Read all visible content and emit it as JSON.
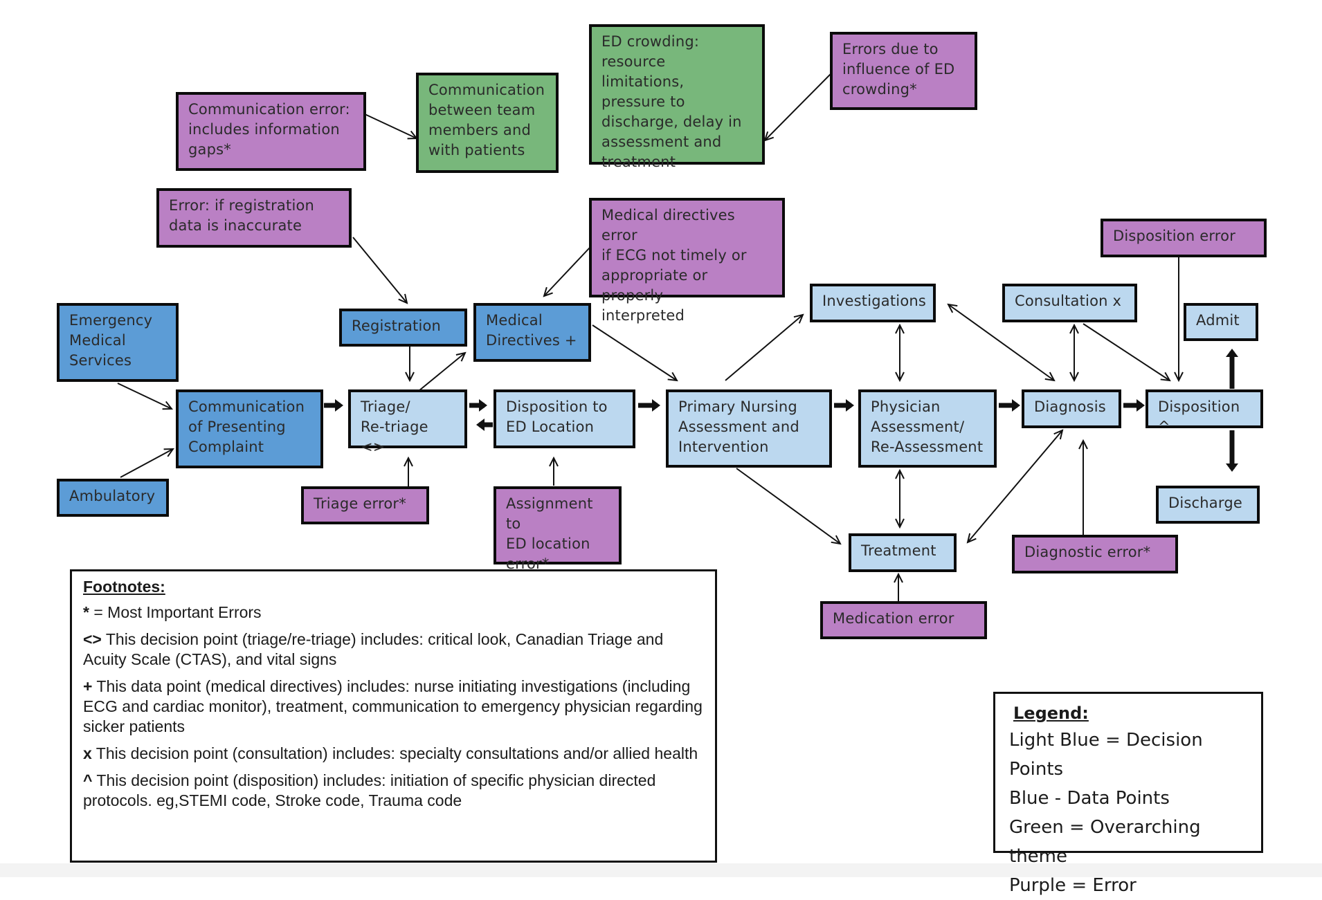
{
  "nodes": {
    "ems": "Emergency\nMedical\nServices",
    "ambulatory": "Ambulatory",
    "communication_presenting": "Communication\nof Presenting\nComplaint",
    "registration": "Registration",
    "medical_directives": "Medical\nDirectives +",
    "triage": "Triage/\nRe-triage <>",
    "disposition_ed": "Disposition to\nED Location",
    "primary_nursing": "Primary Nursing\nAssessment and\nIntervention",
    "physician_assessment": "Physician\nAssessment/\nRe-Assessment",
    "investigations": "Investigations",
    "treatment": "Treatment",
    "consultation": "Consultation x",
    "diagnosis": "Diagnosis",
    "disposition": "Disposition ^",
    "admit": "Admit",
    "discharge": "Discharge",
    "communication_team": "Communication\nbetween team\nmembers and\nwith patients",
    "ed_crowding": "ED crowding:\nresource limitations,\npressure to\ndischarge, delay in\nassessment and\ntreatment",
    "communication_error": "Communication error:\nincludes information\ngaps*",
    "crowding_errors": "Errors due to\ninfluence of ED\ncrowding*",
    "registration_error": "Error: if registration\ndata is inaccurate",
    "directives_error": "Medical directives error\nif ECG not timely or\nappropriate or properly\ninterpreted",
    "disposition_error": "Disposition  error",
    "triage_error": "Triage error*",
    "assignment_error": "Assignment to\nED location\nerror*",
    "diagnostic_error": "Diagnostic  error*",
    "medication_error": "Medication error"
  },
  "footnotes": {
    "title": "Footnotes:",
    "items": [
      {
        "symbol": "*",
        "text": " = Most Important Errors"
      },
      {
        "symbol": "<>",
        "text": " This decision point (triage/re-triage) includes: critical look, Canadian Triage and Acuity Scale (CTAS), and vital signs"
      },
      {
        "symbol": "+",
        "text": " This data point (medical directives) includes: nurse initiating investigations (including ECG and cardiac monitor), treatment, communication to emergency physician regarding sicker patients"
      },
      {
        "symbol": "x",
        "text": " This decision point (consultation) includes: specialty consultations and/or allied health"
      },
      {
        "symbol": "^",
        "text": " This decision point (disposition) includes: initiation of specific physician directed protocols. eg,STEMI code, Stroke code, Trauma code"
      }
    ]
  },
  "legend": {
    "title": "Legend:",
    "items": [
      "Light Blue = Decision Points",
      "Blue - Data Points",
      "Green = Overarching theme",
      "Purple = Error"
    ]
  },
  "colors": {
    "light_blue": "#bcd8ef",
    "blue": "#5c9cd6",
    "green": "#78b77b",
    "purple": "#ba80c4"
  }
}
